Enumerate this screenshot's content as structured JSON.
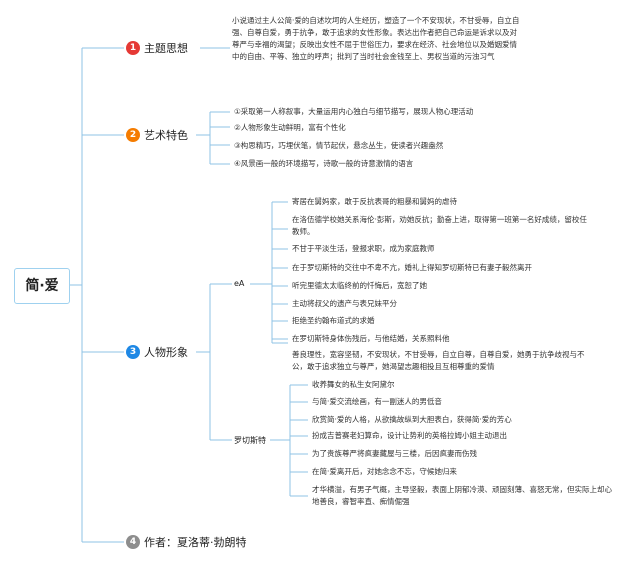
{
  "root": {
    "title": "简·爱"
  },
  "branches": [
    {
      "number": "1",
      "label": "主题思想",
      "color": "#e53935",
      "leaves": [
        "小说通过主人公简·爱的自述坎坷的人生经历，塑造了一个不安现状，不甘受辱，自立自强、自尊自爱，勇于抗争，敢于追求的女性形象。表达出作者把自己命运是诉求以及对尊严与幸福的渴望；反映出女性不屈于世俗压力，要求在经济、社会地位以及婚姻爱情中的自由、平等、独立的呼声；批判了当时社会金钱至上、男权当道的污浊习气"
      ]
    },
    {
      "number": "2",
      "label": "艺术特色",
      "color": "#f57c00",
      "leaves": [
        "①采取第一人称叙事，大量运用内心独白与细节描写，展现人物心理活动",
        "②人物形象生动鲜明，富有个性化",
        "③构思精巧，巧埋伏笔，情节起伏，悬念丛生，使读者兴趣盎然",
        "④风景画一般的环境描写，诗歌一般的诗意激情的语言"
      ]
    },
    {
      "number": "3",
      "label": "人物形象",
      "color": "#1e88e5",
      "subgroups": [
        {
          "label": "eA",
          "leaves": [
            "寄居在舅妈家，敢于反抗表哥的粗暴和舅妈的虐待",
            "在洛伍德学校她关系海伦·彭斯，劝她反抗；勤奋上进，取得第一班第一名好成绩，留校任教师。",
            "不甘于平淡生活，登报求职，成为家庭教师",
            "在于罗切斯特的交往中不卑不亢，婚礼上得知罗切斯特已有妻子毅然离开",
            "听完里德太太临终前的忏悔后，宽恕了她",
            "主动将叔父的遗产与表兄妹平分",
            "拒绝圣约翰布道式的求婚",
            "在罗切斯特身体伤残后，与他结婚，关系照料他",
            "善良理性，宽容坚韧，不安现状，不甘受辱，自立自尊，自尊自爱，她勇于抗争歧视与不公，敢于追求独立与尊严，她渴望志趣相投且互相尊重的爱情"
          ]
        },
        {
          "label": "罗切斯特",
          "leaves": [
            "收养舞女的私生女阿黛尔",
            "与简·爱交流绘画，有一副迷人的男低音",
            "欣赏简·爱的人格，从欲擒故纵到大胆表白，获得简·爱的芳心",
            "扮成吉普赛老妇算命，设计让势利的英格拉姆小姐主动退出",
            "为了贵族尊严将疯妻藏屋与三楼，后因疯妻而伤残",
            "在简·爱离开后，对她念念不忘，守候她归来",
            "才华横溢，有男子气概，主导坚毅，表面上阴郁冷漠、顽固刻薄、喜怒无常，但实际上却心地善良，睿智率直、痴情倔强"
          ]
        }
      ]
    },
    {
      "number": "4",
      "label": "作者：夏洛蒂·勃朗特",
      "color": "#8d8d8d"
    }
  ]
}
